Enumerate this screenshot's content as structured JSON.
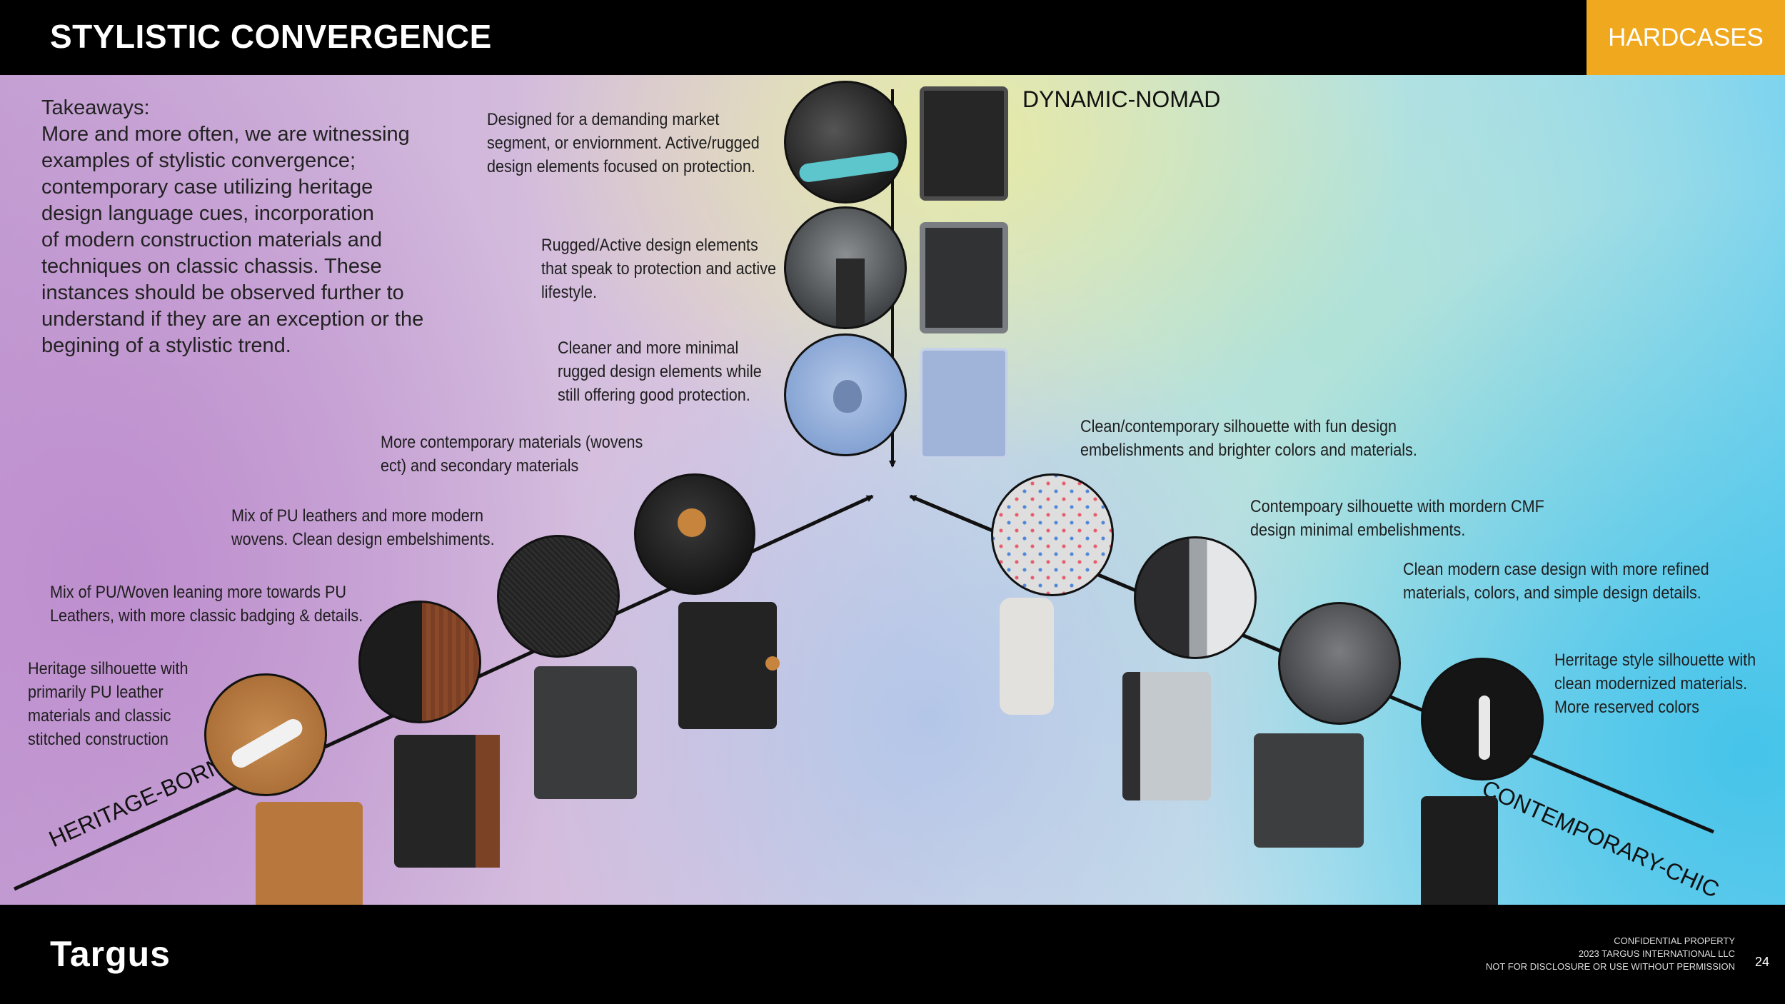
{
  "header": {
    "title": "STYLISTIC CONVERGENCE",
    "tag": "HARDCASES"
  },
  "takeaways": {
    "heading": "Takeaways:",
    "lines": [
      "More and more often, we are witnessing",
      "examples of stylistic convergence;",
      "contemporary case utilizing heritage",
      "design language cues, incorporation",
      "of modern construction materials and",
      "techniques on classic chassis. These",
      "instances should be observed further to",
      "understand if they are an exception or the",
      "begining of a stylistic trend."
    ]
  },
  "axes": {
    "top": "DYNAMIC-NOMAD",
    "left": "HERITAGE-BORNE",
    "right": "CONTEMPORARY-CHIC"
  },
  "annotations": {
    "nomad_1": [
      "Designed for a demanding market",
      "segment, or enviornment. Active/rugged",
      "design elements focused on protection."
    ],
    "nomad_2": [
      "Rugged/Active design elements",
      "that speak to protection and active",
      "lifestyle."
    ],
    "nomad_3": [
      "Cleaner and more minimal",
      "rugged design elements while",
      "still offering good protection."
    ],
    "heritage_1": [
      "More contemporary materials (wovens",
      "ect) and secondary materials"
    ],
    "heritage_2": [
      "Mix of PU leathers and more modern",
      "wovens. Clean design embelshiments."
    ],
    "heritage_3": [
      "Mix of PU/Woven leaning more towards PU",
      "Leathers, with more classic badging & details."
    ],
    "heritage_4": [
      "Heritage silhouette with",
      "primarily PU leather",
      "materials and  classic",
      "stitched construction"
    ],
    "chic_1": [
      "Clean/contemporary silhouette with fun design",
      "embelishments and brighter colors and materials."
    ],
    "chic_2": [
      "Contempoary silhouette with mordern CMF",
      "design minimal embelishments."
    ],
    "chic_3": [
      "Clean modern case design with more refined",
      "materials, colors, and simple design details."
    ],
    "chic_4": [
      "Herritage style silhouette with",
      "clean modernized materials.",
      "More reserved colors"
    ]
  },
  "footer": {
    "logo": "Targus",
    "legal": [
      "CONFIDENTIAL PROPERTY",
      "2023 TARGUS INTERNATIONAL LLC",
      "NOT FOR DISCLOSURE OR USE WITHOUT PERMISSION"
    ],
    "page": "24"
  }
}
